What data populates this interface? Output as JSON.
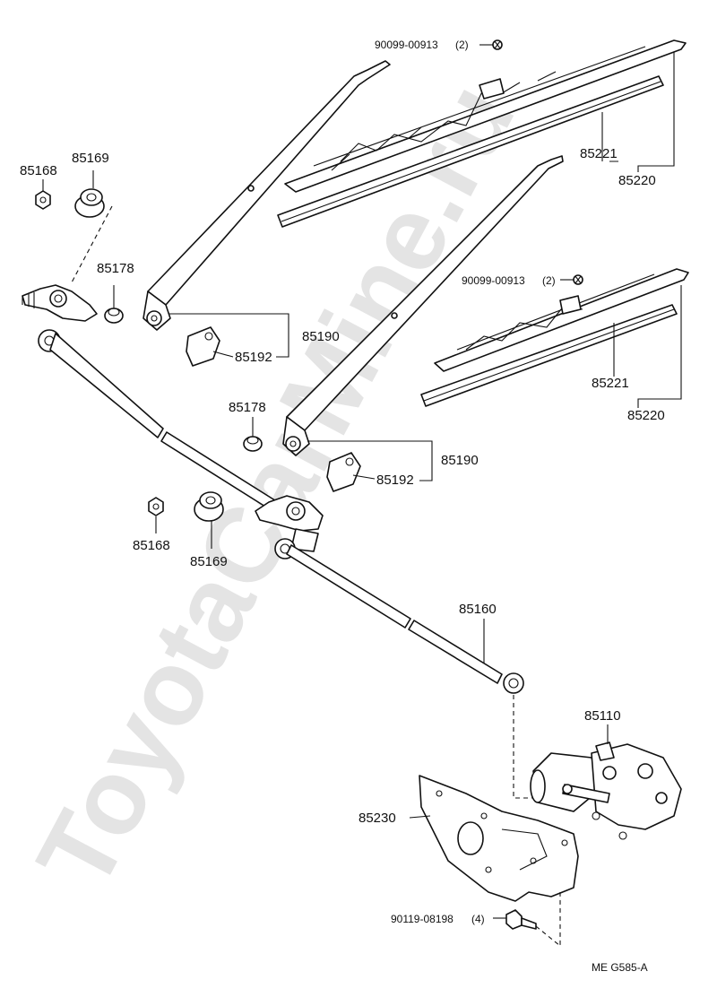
{
  "watermark": "ToyotaCarMine.ru",
  "reference_code": "ME  G585-A",
  "labels": {
    "screw_upper": "90099-00913",
    "screw_upper_qty": "(2)",
    "blade_upper": "85221",
    "blade_assy_upper": "85220",
    "nut_left": "85168",
    "grommet_left": "85169",
    "cap_left": "85178",
    "arm_upper": "85190",
    "cover_upper": "85192",
    "screw_lower": "90099-00913",
    "screw_lower_qty": "(2)",
    "blade_lower": "85221",
    "blade_assy_lower": "85220",
    "cap_center": "85178",
    "arm_lower": "85190",
    "cover_lower": "85192",
    "nut_center": "85168",
    "grommet_center": "85169",
    "link_rod": "85160",
    "motor": "85110",
    "bracket": "85230",
    "bolt": "90119-08198",
    "bolt_qty": "(4)"
  }
}
